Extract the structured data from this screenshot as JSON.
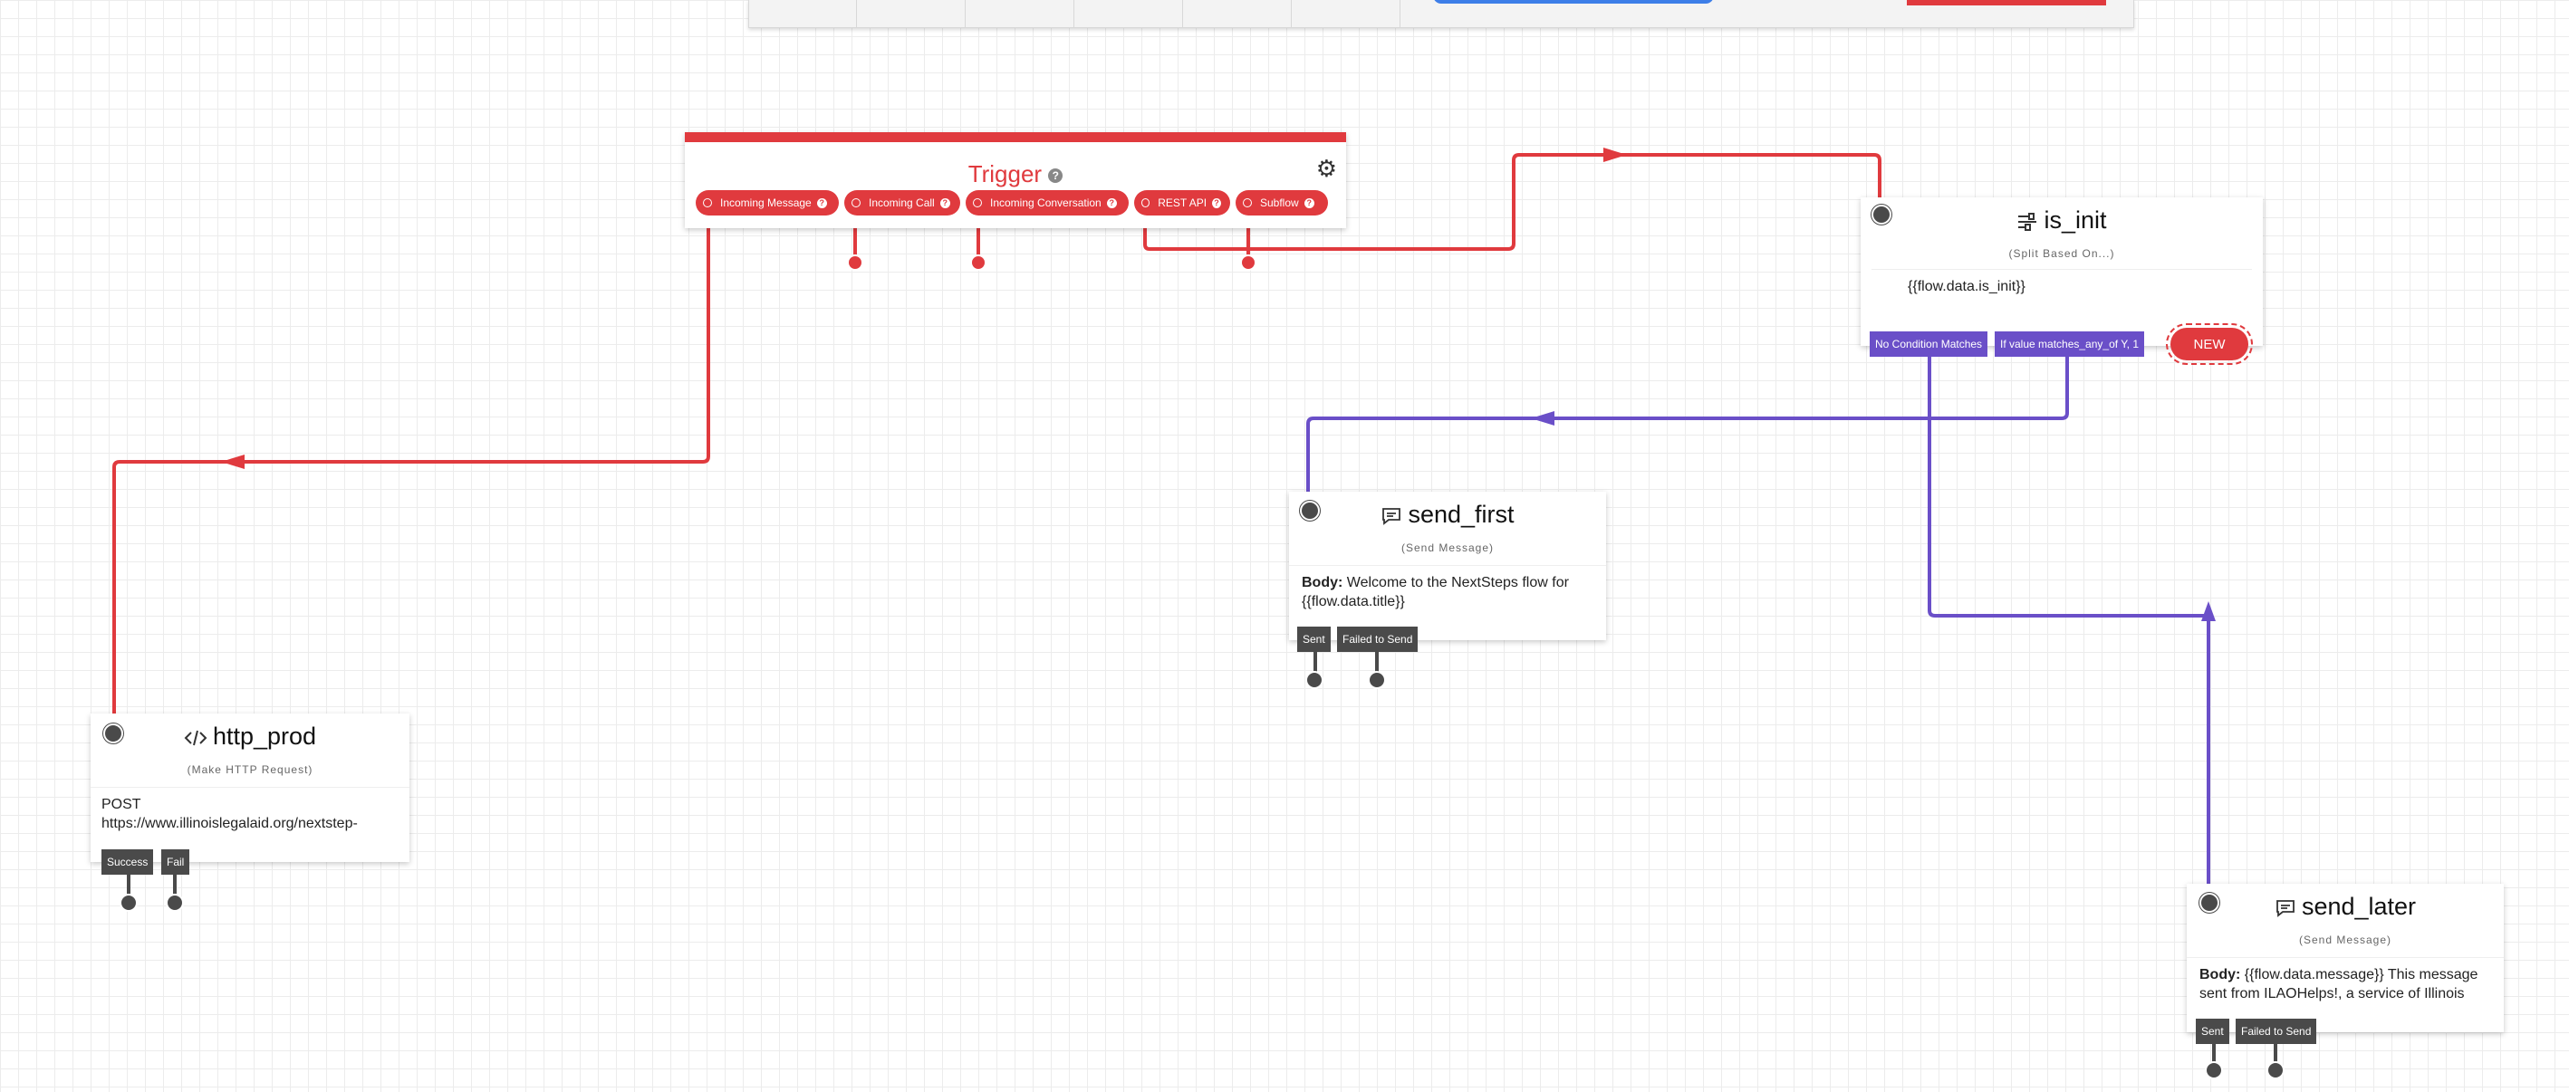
{
  "trigger": {
    "title": "Trigger",
    "pills": [
      {
        "label": "Incoming Message"
      },
      {
        "label": "Incoming Call"
      },
      {
        "label": "Incoming Conversation"
      },
      {
        "label": "REST API"
      },
      {
        "label": "Subflow"
      }
    ]
  },
  "is_init": {
    "title": "is_init",
    "subtitle": "(Split Based On...)",
    "body": "{{flow.data.is_init}}",
    "exits": [
      "No Condition Matches",
      "If value matches_any_of Y, 1"
    ],
    "new_label": "NEW"
  },
  "send_first": {
    "title": "send_first",
    "subtitle": "(Send Message)",
    "body_label": "Body:",
    "body_text": "Welcome to the NextSteps flow for {{flow.data.title}}",
    "exits": [
      "Sent",
      "Failed to Send"
    ]
  },
  "http_prod": {
    "title": "http_prod",
    "subtitle": "(Make HTTP Request)",
    "method": "POST",
    "url": "https://www.illinoislegalaid.org/nextstep-",
    "exits": [
      "Success",
      "Fail"
    ]
  },
  "send_later": {
    "title": "send_later",
    "subtitle": "(Send Message)",
    "body_label": "Body:",
    "body_text": "{{flow.data.message}} This message sent from ILAOHelps!, a service of Illinois",
    "exits": [
      "Sent",
      "Failed to Send"
    ]
  },
  "colors": {
    "trigger_red": "#e03a3e",
    "split_purple": "#6a4fc8",
    "exit_gray": "#4a4a4a"
  }
}
